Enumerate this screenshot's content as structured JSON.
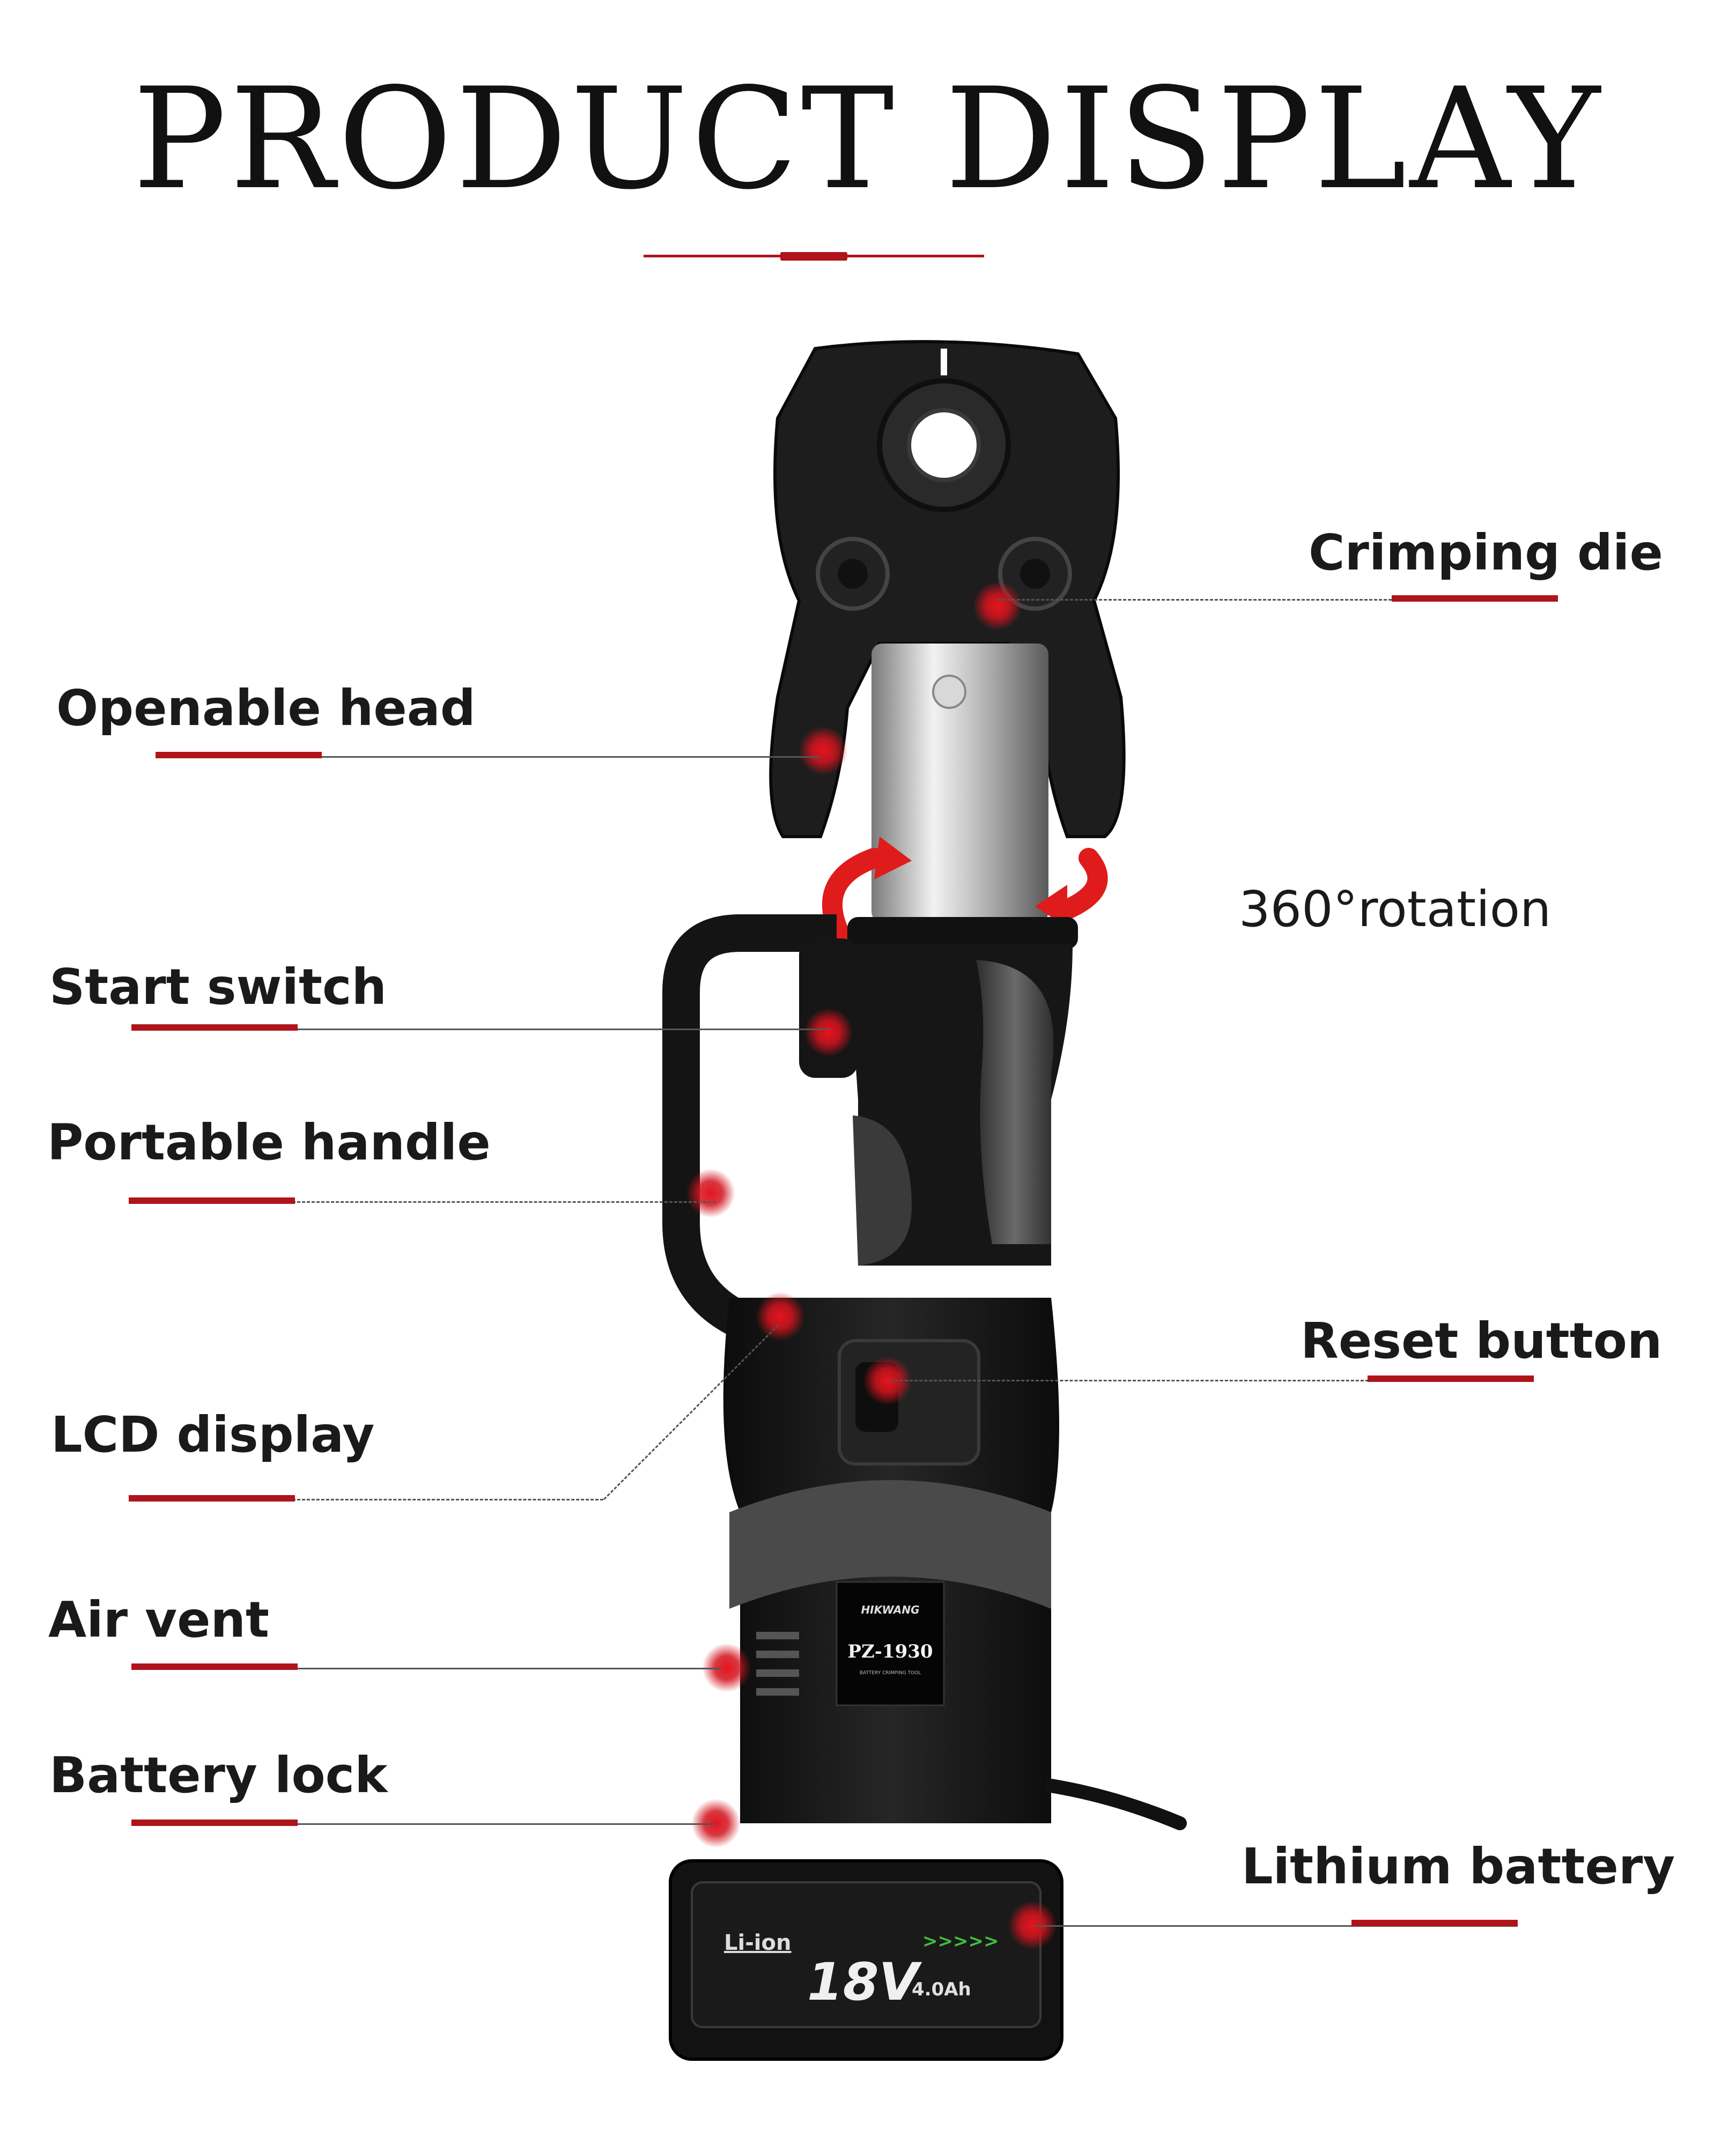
{
  "header": {
    "title": "PRODUCT DISPLAY"
  },
  "colors": {
    "accent": "#b0141b",
    "tool_body": "#151515",
    "tool_grip": "#4a4a4a",
    "piston": "#c9c9c9"
  },
  "callouts": {
    "crimping_die": "Crimping die",
    "openable_head": "Openable head",
    "rotation": "360°rotation",
    "start_switch": "Start switch",
    "portable_handle": "Portable handle",
    "reset_button": "Reset button",
    "lcd_display": "LCD display",
    "air_vent": "Air vent",
    "battery_lock": "Battery lock",
    "lithium_battery": "Lithium battery"
  },
  "product_label": {
    "brand": "HIKWANG",
    "model": "PZ-1930",
    "subtitle": "BATTERY CRIMPING TOOL"
  },
  "battery_label": {
    "type": "Li-ion",
    "voltage": "18V",
    "capacity": "4.0Ah",
    "arrows": ">>>>>"
  }
}
